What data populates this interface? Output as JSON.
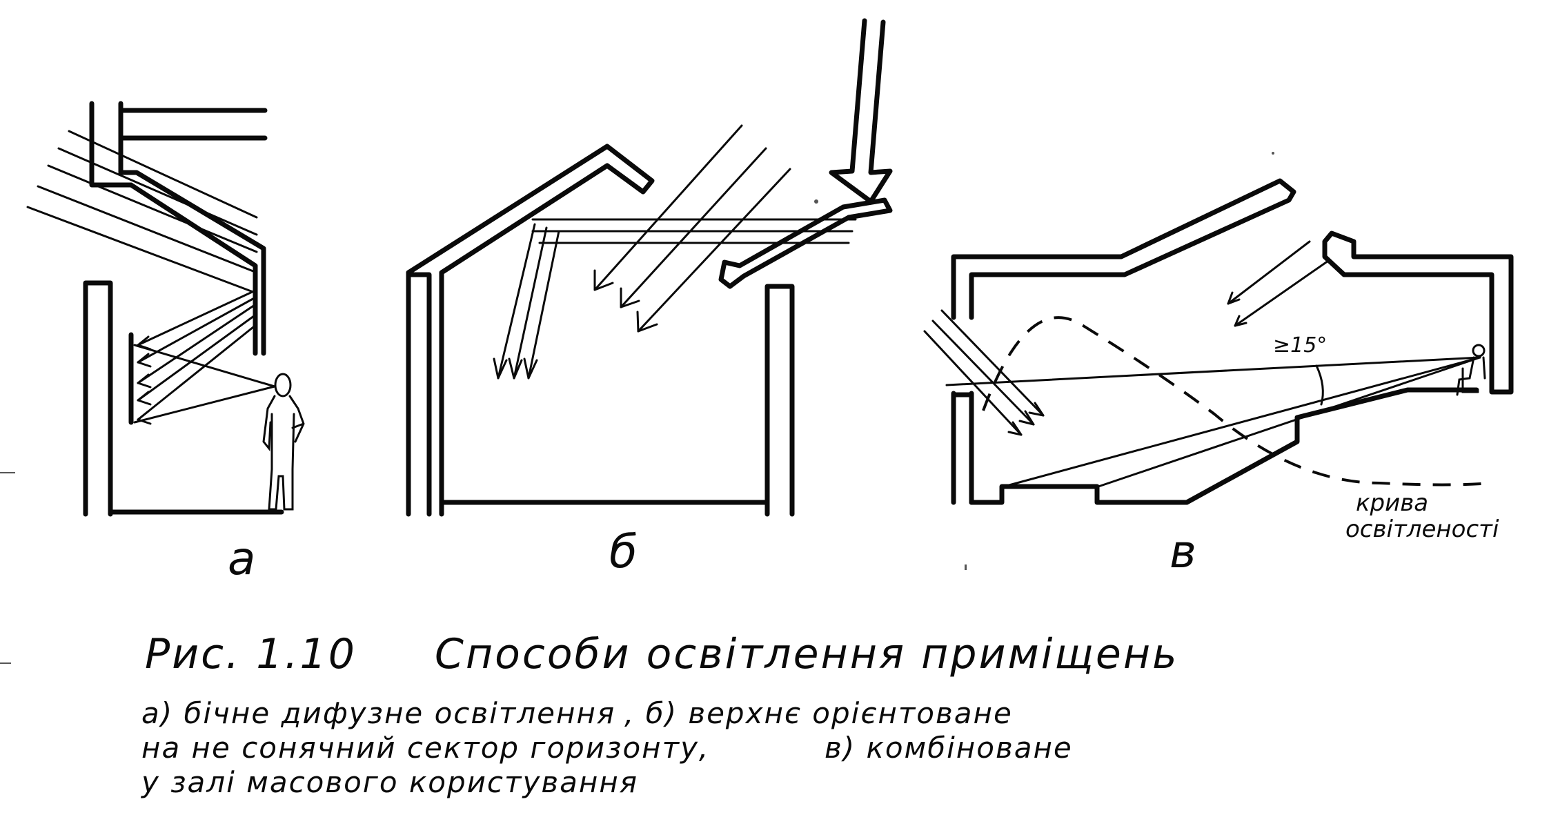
{
  "panels": {
    "a": {
      "label": "а"
    },
    "b": {
      "label": "б"
    },
    "c": {
      "label": "в",
      "angle_label": "≥15°",
      "curve_label_1": "крива",
      "curve_label_2": "освітленості"
    }
  },
  "caption": {
    "figure_number": "Рис. 1.10",
    "title": "Способи освітлення приміщень",
    "line1_a": "а)  бічне дифузне освітлення",
    "line1_b": ",  б)  верхнє      орієнтоване",
    "line2_a": "на  не  сонячний   сектор  горизонту,",
    "line2_b": "в)  комбіноване",
    "line3": "у  залі      масового     користування"
  }
}
